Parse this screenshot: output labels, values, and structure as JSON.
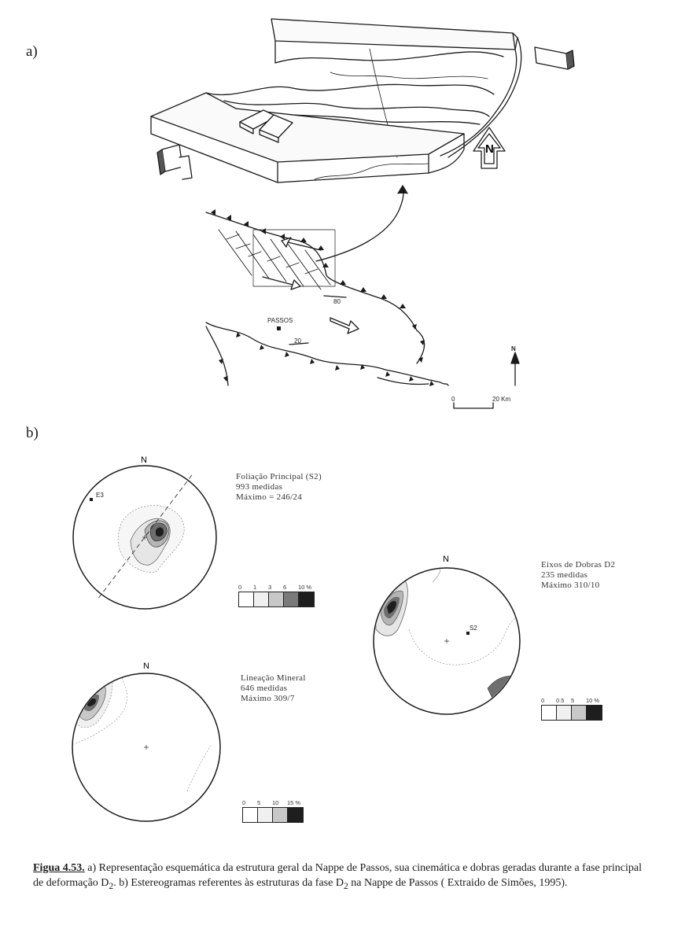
{
  "part_a": {
    "label": "a)"
  },
  "part_b": {
    "label": "b)"
  },
  "map": {
    "place": "PASSOS",
    "dip_80": "80",
    "dip_20": "20",
    "north": "N",
    "scale_zero": "0",
    "scale_label": "20 Km"
  },
  "block": {
    "north": "N"
  },
  "stereonets": [
    {
      "north": "N",
      "title": "Foliação Principal (S2)",
      "count": "993 medidas",
      "max": "Máximo = 246/24",
      "point_label": "E3",
      "legend_ticks": [
        "0",
        "1",
        "3",
        "6",
        "10 %"
      ]
    },
    {
      "north": "N",
      "title": "Eixos de Dobras D2",
      "count": "235 medidas",
      "max": "Máximo 310/10",
      "point_label": "S2",
      "legend_ticks": [
        "0",
        "0.5",
        "5",
        "10 %",
        ""
      ]
    },
    {
      "north": "N",
      "title": "Lineação Mineral",
      "count": "646 medidas",
      "max": "Máximo 309/7",
      "point_label": "",
      "legend_ticks": [
        "0",
        "5",
        "10",
        "15 %",
        ""
      ]
    }
  ],
  "caption": {
    "fig": "Figua 4.53.",
    "line1": " a) Representação esquemática da estrutura geral da Nappe de Passos, sua cinemática e dobras geradas durante a fase principal de deformação D",
    "sub1": "2",
    "line2": ". b) Estereogramas referentes às estruturas da fase D",
    "sub2": "2",
    "line3": " na Nappe de Passos ( Extraido de Simões, 1995)."
  },
  "colors": {
    "ink": "#1a1a1a",
    "shade_light": "#e6e6e6",
    "shade_mid": "#b5b5b5",
    "shade_dark": "#6e6e6e",
    "shade_black": "#1e1e1e"
  }
}
